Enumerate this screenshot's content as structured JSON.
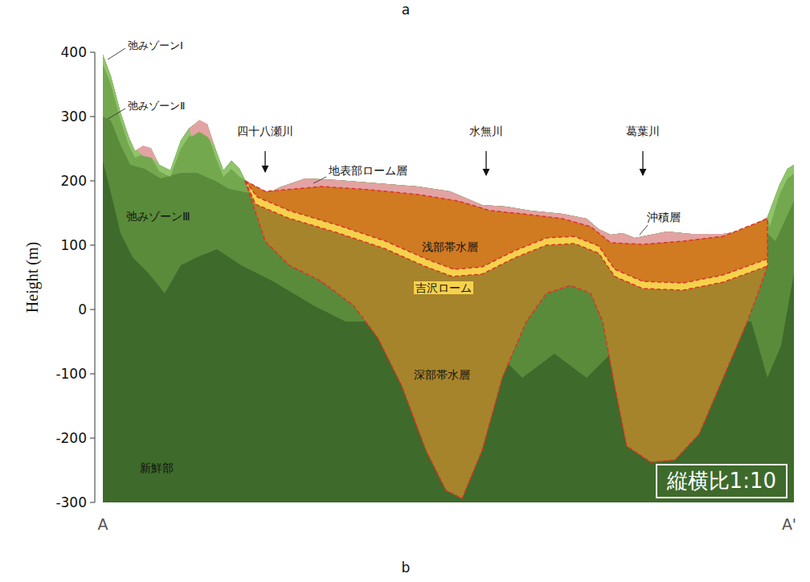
{
  "diagram": {
    "nodes": [
      {
        "text": [
          "縦横比1:10"
        ]
      }
    ],
    "labels": [
      "a",
      "弛みゾーンⅠ",
      "弛みゾーンⅡ",
      "弛みゾーンⅢ",
      "四十八瀬川",
      "水無川",
      "葛葉川",
      "地表部ローム層",
      "沖積層",
      "浅部帯水層",
      "吉沢ローム",
      "深部帯水層",
      "新鮮部",
      "Height (m)",
      "400",
      "300",
      "200",
      "100",
      "0",
      "-100",
      "-200",
      "-300",
      "A",
      "A'",
      "b"
    ]
  }
}
